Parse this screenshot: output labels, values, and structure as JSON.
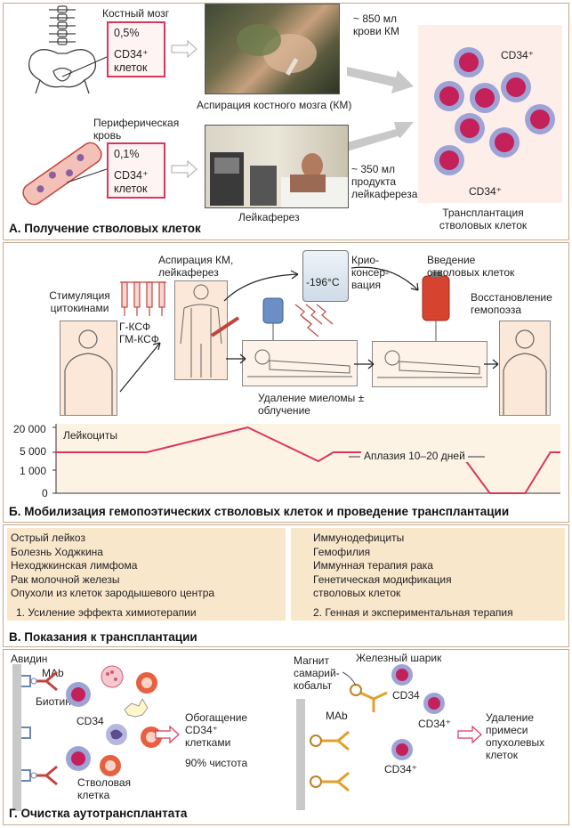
{
  "panelA": {
    "bone_marrow_label": "Костный мозг",
    "bm_percent": "0,5%",
    "bm_cells": "CD34⁺ клеток",
    "aspiration_caption": "Аспирация костного мозга (КМ)",
    "bm_volume": "~ 850 мл крови КМ",
    "peripheral_label": "Периферическая кровь",
    "pb_percent": "0,1%",
    "pb_cells": "CD34⁺ клеток",
    "leukapheresis_caption": "Лейкаферез",
    "pb_volume": "~ 350 мл продукта лейкафереза",
    "cd34_top": "CD34⁺",
    "cd34_bottom": "CD34⁺",
    "transplant_label": "Трансплантация стволовых клеток",
    "title": "А. Получение стволовых клеток"
  },
  "panelB": {
    "stimulation": "Стимуляция цитокинами",
    "gcsf": "Г-КСФ",
    "gmcsf": "ГМ-КСФ",
    "aspiration": "Аспирация КМ, лейкаферез",
    "temperature": "-196°C",
    "cryo": "Крио-консер-вация",
    "introduction": "Введение стволовых клеток",
    "recovery": "Восстановление гемопоэза",
    "myeloma_removal": "Удаление миеломы ± облучение",
    "chart_label": "Лейкоциты",
    "aplasia": "Аплазия 10–20 дней",
    "title": "Б. Мобилизация гемопоэтических стволовых клеток и проведение трансплантации"
  },
  "chart_data": {
    "type": "line",
    "ylabel": "",
    "yticks": [
      "0",
      "1 000",
      "5 000",
      "20 000"
    ],
    "series": [
      {
        "name": "Лейкоциты",
        "points": [
          [
            0,
            5000
          ],
          [
            0.18,
            5000
          ],
          [
            0.38,
            20000
          ],
          [
            0.52,
            3000
          ],
          [
            0.55,
            5000
          ],
          [
            0.8,
            5000
          ],
          [
            0.86,
            0
          ],
          [
            0.93,
            0
          ],
          [
            0.98,
            5000
          ],
          [
            1.0,
            5000
          ]
        ]
      }
    ],
    "annotation": "Аплазия 10–20 дней"
  },
  "panelC": {
    "left_list": [
      "Острый лейкоз",
      "Болезнь Ходжкина",
      "Неходжкинская лимфома",
      "Рак молочной железы",
      "Опухоли из клеток зародышевого центра"
    ],
    "left_footer": "1. Усиление эффекта химиотерапии",
    "right_list": [
      "Иммунодефициты",
      "Гемофилия",
      "Иммунная терапия рака",
      "Генетическая модификация",
      "стволовых клеток"
    ],
    "right_footer": "2. Генная и экспериментальная терапия",
    "title": "В. Показания к трансплантации"
  },
  "panelD": {
    "avidin": "Авидин",
    "mab_left": "MAb",
    "biotin": "Биотин",
    "cd34_left": "CD34",
    "stem_cell": "Стволовая клетка",
    "enrichment": "Обогащение CD34⁺ клетками",
    "purity": "90% чистота",
    "magnet": "Магнит самарий-кобальт",
    "iron_bead": "Железный шарик",
    "cd34_r1": "CD34",
    "mab_right": "MAb",
    "cd34_r2": "CD34⁺",
    "cd34_r3": "CD34⁺",
    "removal": "Удаление примеси опухолевых клеток",
    "title": "Г. Очистка аутотрансплантата"
  },
  "colors": {
    "accent_red": "#d9375a",
    "cell_magenta": "#c4205a",
    "cell_halo": "#9ea3d6",
    "list_bg": "#f9e7cc",
    "chart_bg": "#fdf3e4",
    "line": "#d9375a"
  }
}
